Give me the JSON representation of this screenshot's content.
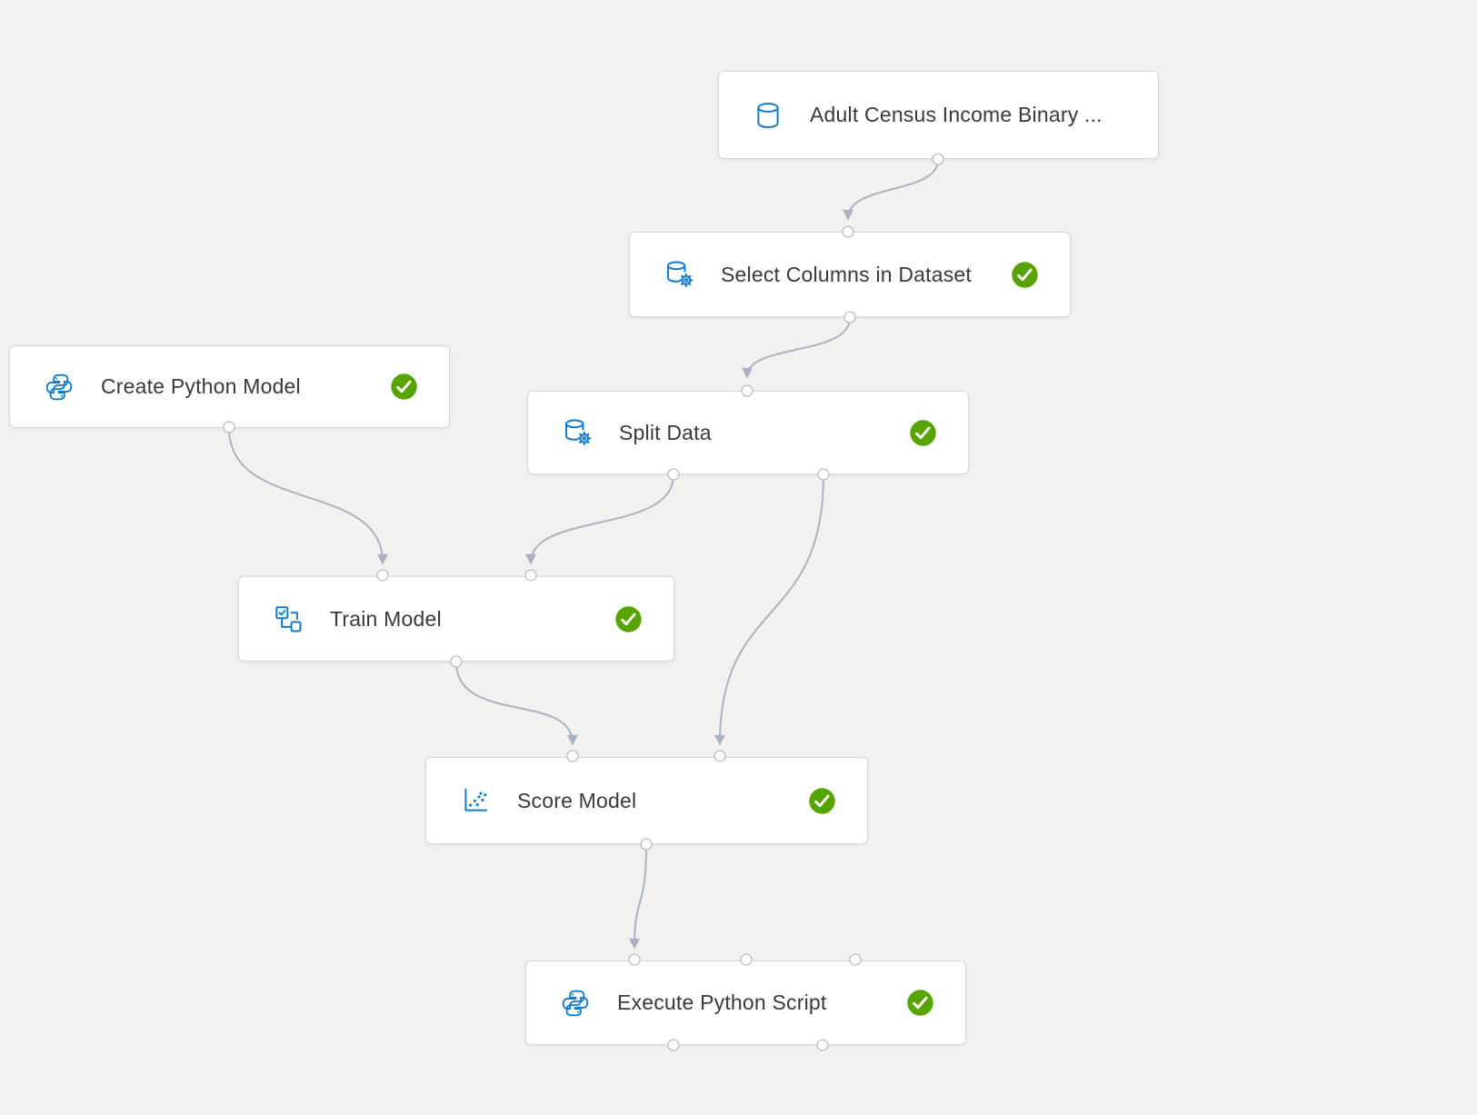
{
  "canvas": {
    "background_color": "#f2f1f0",
    "edge_color": "#a9b3c3",
    "accent_blue": "#0f7bd0",
    "success_green": "#57a300"
  },
  "nodes": [
    {
      "id": "dataset",
      "label": "Adult Census Income Binary ...",
      "icon": "database-icon",
      "status": "none"
    },
    {
      "id": "select-columns",
      "label": "Select Columns in Dataset",
      "icon": "database-gear-icon",
      "status": "completed"
    },
    {
      "id": "create-python-model",
      "label": "Create Python Model",
      "icon": "python-icon",
      "status": "completed"
    },
    {
      "id": "split-data",
      "label": "Split Data",
      "icon": "database-gear-icon",
      "status": "completed"
    },
    {
      "id": "train-model",
      "label": "Train Model",
      "icon": "train-model-icon",
      "status": "completed"
    },
    {
      "id": "score-model",
      "label": "Score Model",
      "icon": "scatter-plot-icon",
      "status": "completed"
    },
    {
      "id": "execute-python-script",
      "label": "Execute Python Script",
      "icon": "python-icon",
      "status": "completed"
    }
  ],
  "edges": [
    {
      "from": "dataset",
      "to": "select-columns"
    },
    {
      "from": "select-columns",
      "to": "split-data"
    },
    {
      "from": "create-python-model",
      "to": "train-model"
    },
    {
      "from": "split-data",
      "to": "train-model"
    },
    {
      "from": "split-data",
      "to": "score-model"
    },
    {
      "from": "train-model",
      "to": "score-model"
    },
    {
      "from": "score-model",
      "to": "execute-python-script"
    }
  ]
}
